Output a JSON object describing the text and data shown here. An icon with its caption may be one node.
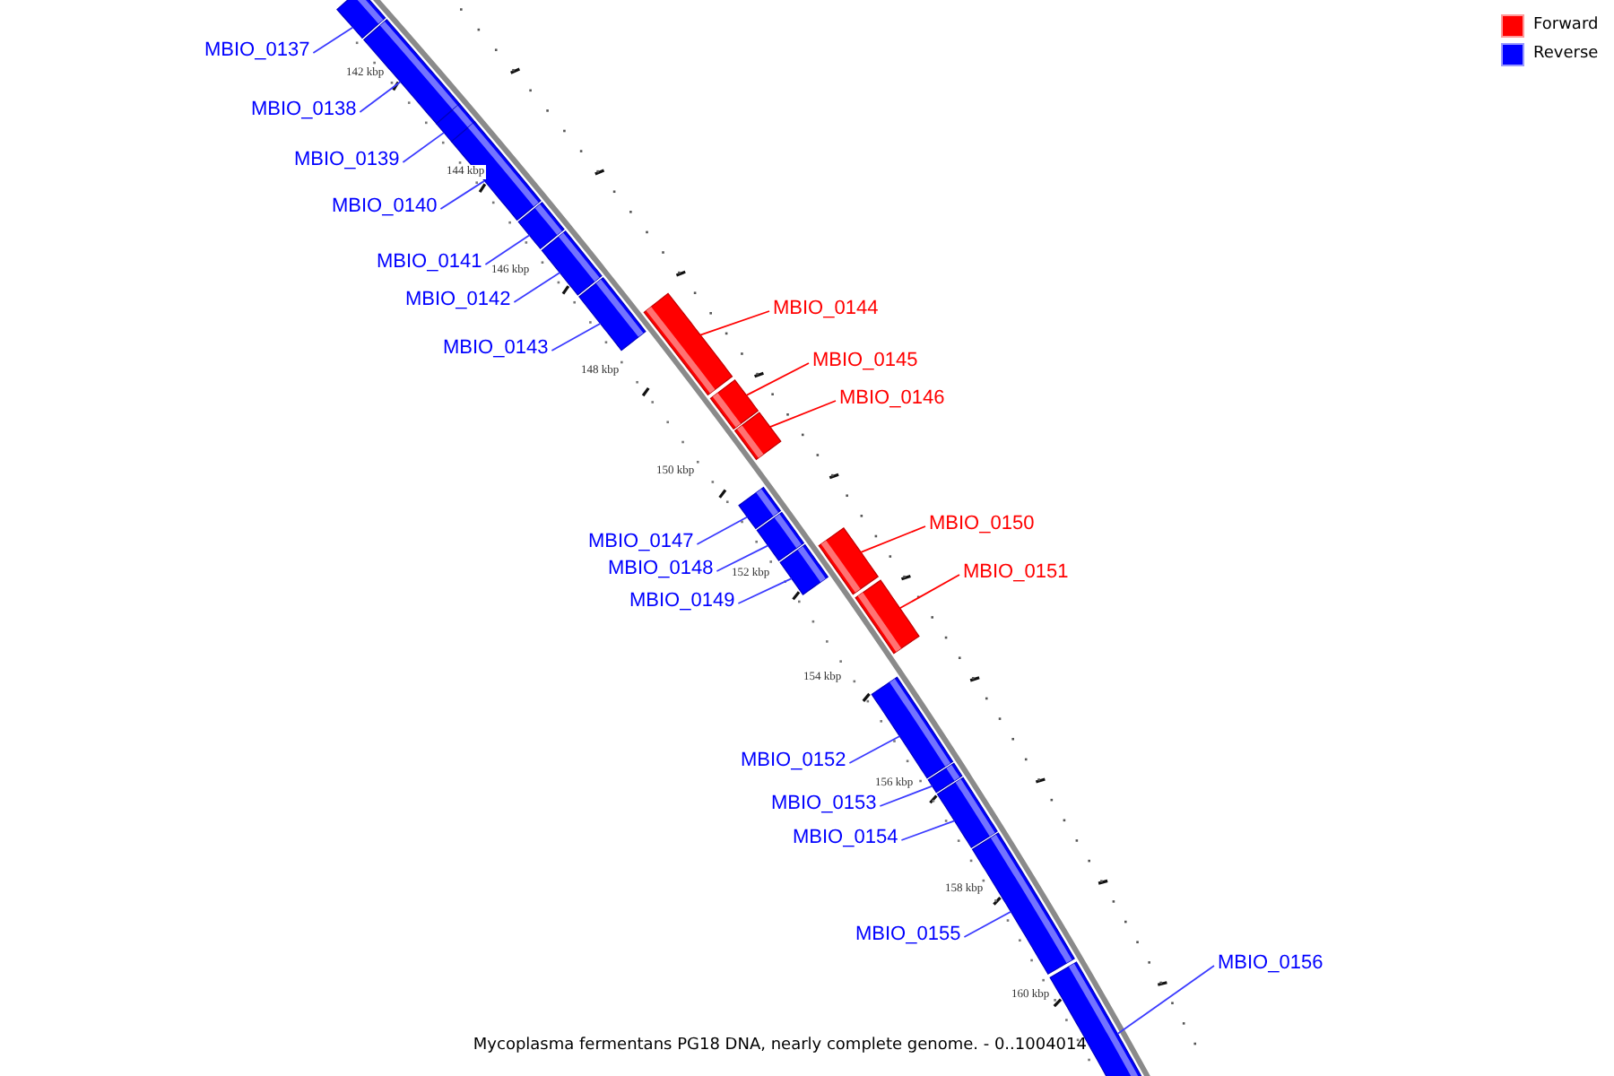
{
  "diagram": {
    "caption": "Mycoplasma fermentans PG18 DNA, nearly complete genome. - 0..1004014",
    "nodes": [
      {
        "text": [
          "MBIO_0137"
        ]
      },
      {
        "text": [
          "MBIO_0138"
        ]
      },
      {
        "text": [
          "MBIO_0139"
        ]
      },
      {
        "text": [
          "MBIO_0140"
        ]
      },
      {
        "text": [
          "MBIO_0141"
        ]
      },
      {
        "text": [
          "MBIO_0142"
        ]
      },
      {
        "text": [
          "MBIO_0143"
        ]
      },
      {
        "text": [
          "MBIO_0144"
        ]
      },
      {
        "text": [
          "MBIO_0145"
        ]
      },
      {
        "text": [
          "MBIO_0146"
        ]
      },
      {
        "text": [
          "MBIO_0147"
        ]
      },
      {
        "text": [
          "MBIO_0148"
        ]
      },
      {
        "text": [
          "MBIO_0149"
        ]
      },
      {
        "text": [
          "MBIO_0150"
        ]
      },
      {
        "text": [
          "MBIO_0151"
        ]
      },
      {
        "text": [
          "MBIO_0152"
        ]
      },
      {
        "text": [
          "MBIO_0153"
        ]
      },
      {
        "text": [
          "MBIO_0154"
        ]
      },
      {
        "text": [
          "MBIO_0155"
        ]
      },
      {
        "text": [
          "MBIO_0156"
        ]
      },
      {
        "text": [],
        "shape": "bar"
      },
      {
        "text": [],
        "shape": "bar"
      },
      {
        "text": [],
        "shape": "bar"
      },
      {
        "text": [],
        "shape": "bar"
      },
      {
        "text": [],
        "shape": "bar"
      },
      {
        "text": [],
        "shape": "bar"
      },
      {
        "text": [],
        "shape": "bar"
      },
      {
        "text": [],
        "shape": "bar"
      },
      {
        "text": [],
        "shape": "bar"
      },
      {
        "text": [],
        "shape": "bar"
      },
      {
        "text": [],
        "shape": "bar"
      },
      {
        "text": [],
        "shape": "bar"
      },
      {
        "text": [],
        "shape": "bar"
      },
      {
        "text": [],
        "shape": "bar"
      },
      {
        "text": [],
        "shape": "bar"
      },
      {
        "text": [],
        "shape": "bar"
      },
      {
        "text": [],
        "shape": "bar"
      },
      {
        "text": [],
        "shape": "bar"
      },
      {
        "text": [],
        "shape": "bar"
      },
      {
        "text": [],
        "shape": "bar"
      }
    ],
    "edges": [
      {
        "from": 0,
        "to": 20,
        "arrow": "none"
      },
      {
        "from": 1,
        "to": 21,
        "arrow": "none"
      },
      {
        "from": 2,
        "to": 22,
        "arrow": "none"
      },
      {
        "from": 3,
        "to": 23,
        "arrow": "none"
      },
      {
        "from": 4,
        "to": 24,
        "arrow": "none"
      },
      {
        "from": 5,
        "to": 25,
        "arrow": "none"
      },
      {
        "from": 6,
        "to": 26,
        "arrow": "none"
      },
      {
        "from": 7,
        "to": 27,
        "arrow": "none",
        "color": "#ff0000"
      },
      {
        "from": 8,
        "to": 28,
        "arrow": "none",
        "color": "#ff0000"
      },
      {
        "from": 9,
        "to": 29,
        "arrow": "none",
        "color": "#ff0000"
      },
      {
        "from": 10,
        "to": 30,
        "arrow": "none"
      },
      {
        "from": 11,
        "to": 31,
        "arrow": "none"
      },
      {
        "from": 12,
        "to": 32,
        "arrow": "none"
      },
      {
        "from": 13,
        "to": 33,
        "arrow": "none",
        "color": "#ff0000"
      },
      {
        "from": 14,
        "to": 34,
        "arrow": "none",
        "color": "#ff0000"
      },
      {
        "from": 15,
        "to": 35,
        "arrow": "none"
      },
      {
        "from": 16,
        "to": 36,
        "arrow": "none"
      },
      {
        "from": 17,
        "to": 37,
        "arrow": "none"
      },
      {
        "from": 18,
        "to": 38,
        "arrow": "none"
      },
      {
        "from": 19,
        "to": 39,
        "arrow": "none"
      }
    ],
    "labels": [
      "142 kbp",
      "144 kbp",
      "146 kbp",
      "148 kbp",
      "150 kbp",
      "152 kbp",
      "154 kbp",
      "156 kbp",
      "158 kbp",
      "160 kbp"
    ],
    "legend": [
      {
        "text": "Forward",
        "color": "#ff0000"
      },
      {
        "text": "Reverse",
        "color": "#0000ff"
      }
    ]
  }
}
